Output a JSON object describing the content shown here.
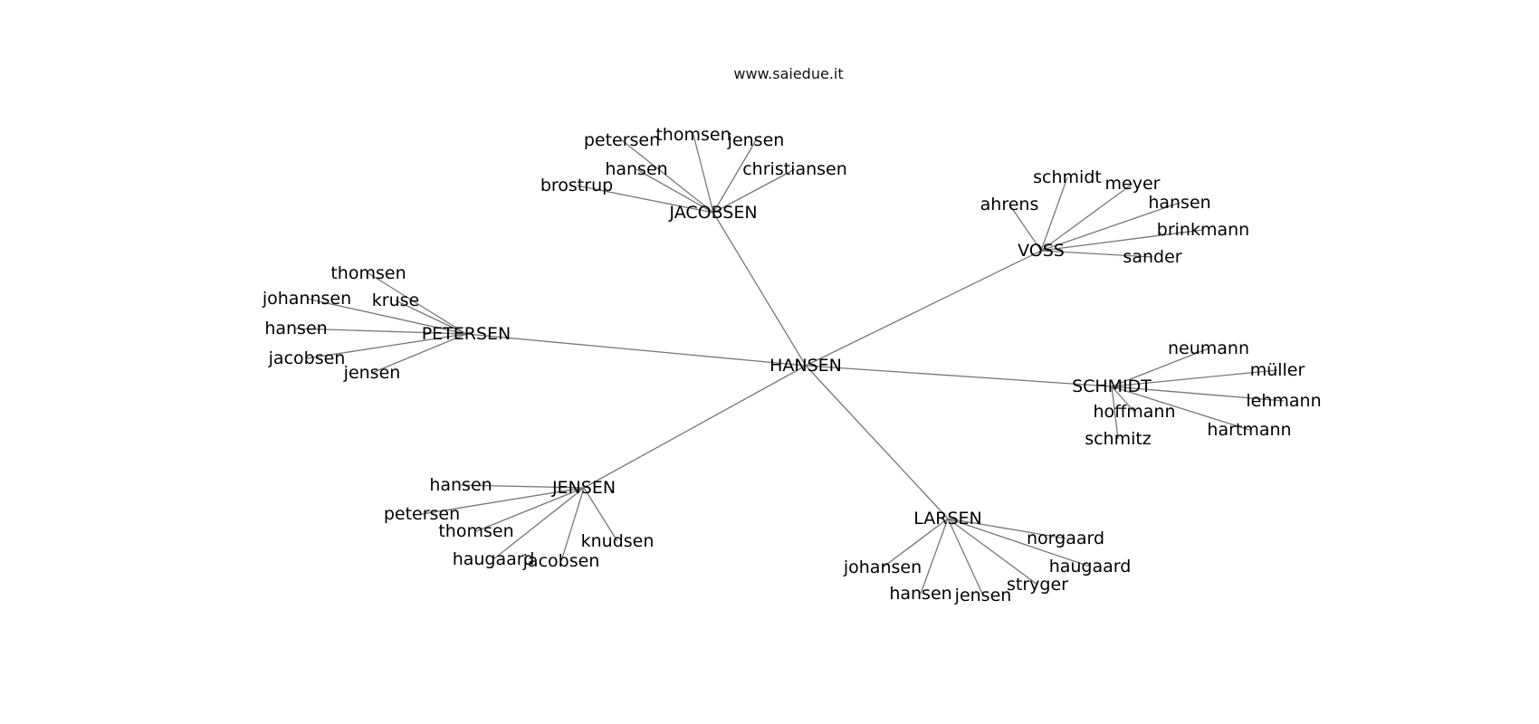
{
  "watermark": "www.saiedue.it",
  "graph": {
    "root": "HANSEN",
    "groups": [
      {
        "name": "JACOBSEN",
        "children": [
          "petersen",
          "thomsen",
          "jensen",
          "hansen",
          "christiansen",
          "brostrup"
        ]
      },
      {
        "name": "VOSS",
        "children": [
          "schmidt",
          "meyer",
          "ahrens",
          "hansen",
          "brinkmann",
          "sander"
        ]
      },
      {
        "name": "PETERSEN",
        "children": [
          "thomsen",
          "johannsen",
          "kruse",
          "hansen",
          "jacobsen",
          "jensen"
        ]
      },
      {
        "name": "SCHMIDT",
        "children": [
          "neumann",
          "müller",
          "lehmann",
          "hoffmann",
          "hartmann",
          "schmitz"
        ]
      },
      {
        "name": "JENSEN",
        "children": [
          "hansen",
          "petersen",
          "thomsen",
          "haugaard",
          "jacobsen",
          "knudsen"
        ]
      },
      {
        "name": "LARSEN",
        "children": [
          "norgaard",
          "haugaard",
          "johansen",
          "stryger",
          "hansen",
          "jensen"
        ]
      }
    ]
  }
}
